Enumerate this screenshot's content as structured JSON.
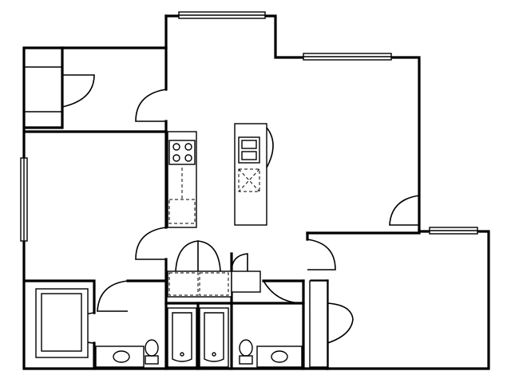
{
  "plan": {
    "rooms": [
      "living-room",
      "kitchen",
      "bedroom-west",
      "bedroom-east",
      "bathroom-west",
      "bathroom-east",
      "entry-closet",
      "laundry"
    ],
    "fixtures": [
      "range",
      "sink",
      "refrigerator",
      "island-cooktop",
      "island-sink",
      "bathtub",
      "toilet",
      "vanity-sink",
      "washer",
      "dryer"
    ],
    "windows": 4,
    "doors": 12
  }
}
